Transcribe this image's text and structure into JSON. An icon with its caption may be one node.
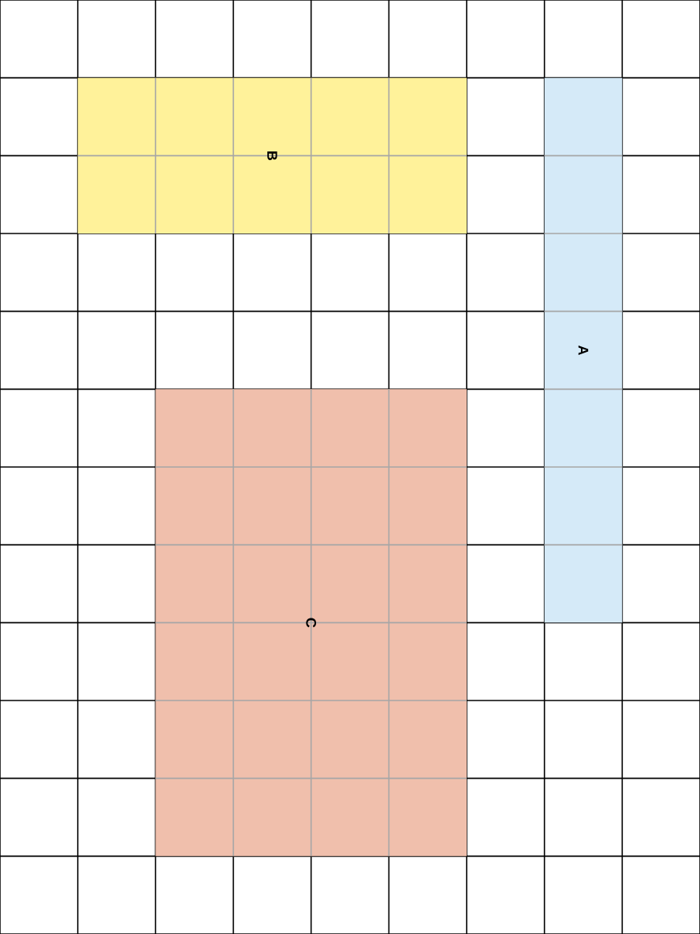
{
  "diagram": {
    "nodes": [
      {
        "text": [
          "B"
        ]
      },
      {
        "text": [
          "A"
        ]
      },
      {
        "text": [
          "C"
        ]
      }
    ]
  }
}
